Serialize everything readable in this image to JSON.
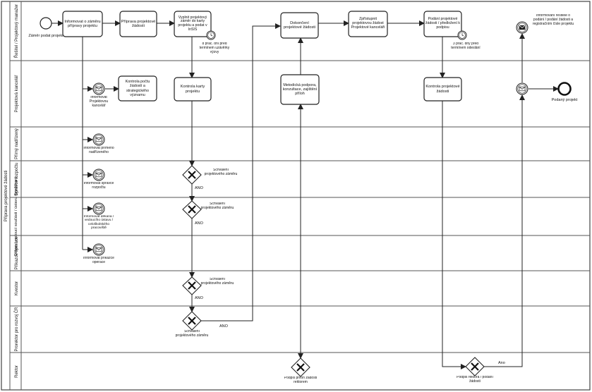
{
  "pool": {
    "label": "Příprava projektové žádosti"
  },
  "lanes": [
    "Řešitel / Projektový manažer",
    "Projektová kancelář",
    "Přímý nadřízený",
    "Správce rozpočtu",
    "Děkan / vedoucí součásti / ústavu (proděkan)",
    "Příkazce operace",
    "Kvestor",
    "Prorektor pro rozvoj ČR",
    "Rektor"
  ],
  "events": {
    "start": "Záměr podat projekt",
    "end": "Podaný projekt"
  },
  "tasks": {
    "inform_zamer": "Informovat o záměru přípravy projektu",
    "priprava_zadosti": "Příprava projektové žádosti",
    "vyplnit_zamer": "Vyplnit projektový záměr do karty projektu a podat v InSIS",
    "dokonceni": "Dokončení projektové žádosti",
    "zpristupnit": "Zpřístupnit projektovou žádost Projektové kanceláři",
    "podani": "Podání projektové žádosti / předložení k podpisu",
    "kontrola_poctu": "Kontrola počtu žádostí a strategického významu",
    "kontrola_karty": "Kontrola karty projektu",
    "metodicka": "Metodická podpora, konzultace, zajištění příloh",
    "kontrola_zadosti": "Kontrola projektové žádosti"
  },
  "timers": {
    "t1": "8 prac. dní před termínem uzávěrky výzvy",
    "t2": "3 prac. dny před termínem odeslání"
  },
  "messages": {
    "m_pk": "Informovat Projektovou kancelář",
    "m_nadrizeny": "Informovat přímého nadřízeného",
    "m_rozpocet": "Informovat správce rozpočtu",
    "m_dekan": "Informovat děkana / vedoucího ústavu / celoškolského pracoviště",
    "m_prikazce": "Informovat příkazce operace",
    "m_resitel": "Informování řešitele o podání / podání žádosti a registračním čísle projektu"
  },
  "gateways": {
    "g_rozpocet": "Schválení projektového záměru",
    "g_dekan": "Schválení projektového záměru",
    "g_kvestor": "Schválení projektového záměru",
    "g_prorektor": "Schválení projektového záměru",
    "g_rektor": "Podpis příloh žádosti rektorem",
    "g_rektor2": "Podpis rektora / podání žádosti"
  },
  "flow_labels": {
    "ano1": "ANO",
    "ano2": "ANO",
    "ano3": "ANO",
    "ano4": "ANO",
    "ano5": "Ano"
  }
}
